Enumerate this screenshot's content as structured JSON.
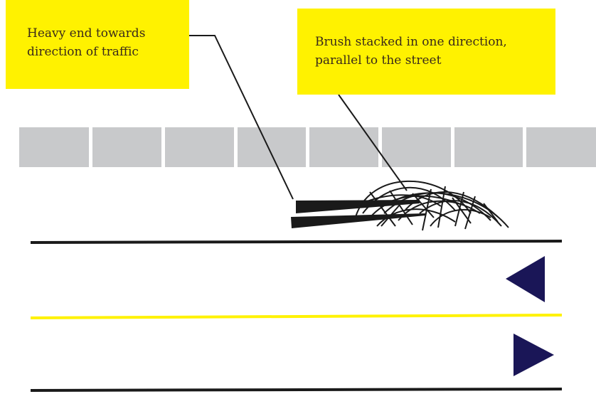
{
  "callouts": {
    "left": {
      "line1": "Heavy end towards",
      "line2": "direction of traffic"
    },
    "right": {
      "line1": "Brush stacked in one direction,",
      "line2": "parallel to the street"
    }
  },
  "colors": {
    "callout_bg": "#fff200",
    "sidewalk_slab": "#c8c9cb",
    "road_line": "#1a1a1a",
    "center_line": "#fff200",
    "arrow": "#1a1657",
    "brush": "#1a1a1a"
  },
  "sidewalk": {
    "slab_count": 8
  },
  "traffic": {
    "upper_lane_direction": "left",
    "lower_lane_direction": "right"
  }
}
